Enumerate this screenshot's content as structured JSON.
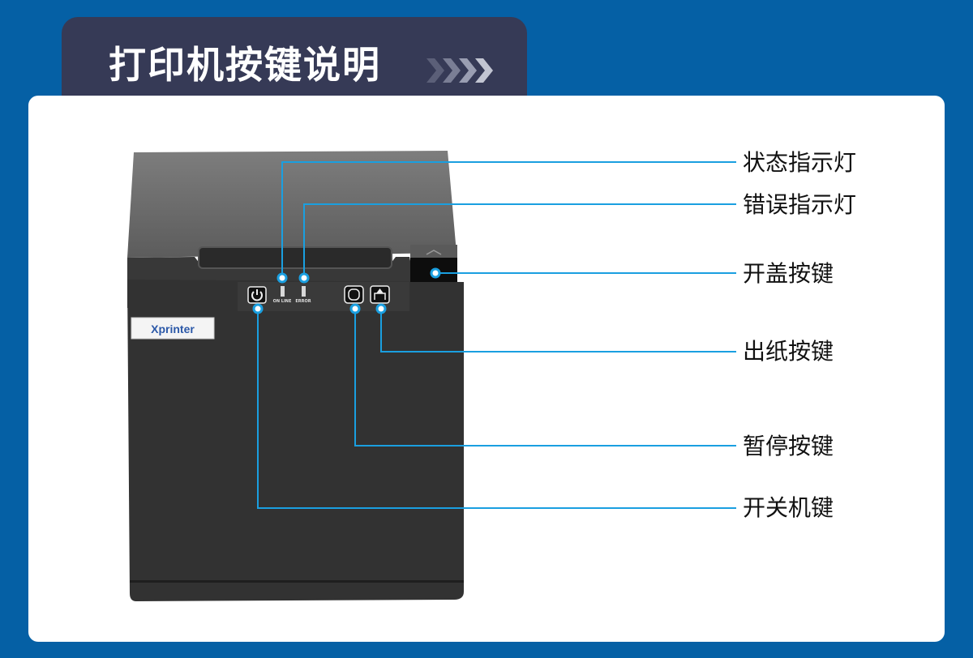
{
  "header": {
    "title": "打印机按键说明"
  },
  "printer": {
    "brand": "Xprinter",
    "indicator_labels": {
      "online": "ON LINE",
      "error": "ERROR"
    }
  },
  "callouts": [
    {
      "id": "status-light",
      "label": "状态指示灯"
    },
    {
      "id": "error-light",
      "label": "错误指示灯"
    },
    {
      "id": "cover-open-button",
      "label": "开盖按键"
    },
    {
      "id": "feed-button",
      "label": "出纸按键"
    },
    {
      "id": "pause-button",
      "label": "暂停按键"
    },
    {
      "id": "power-button",
      "label": "开关机键"
    }
  ],
  "colors": {
    "background": "#0560a5",
    "tab": "#363a56",
    "callout": "#1a9fe0",
    "panel": "#ffffff"
  }
}
